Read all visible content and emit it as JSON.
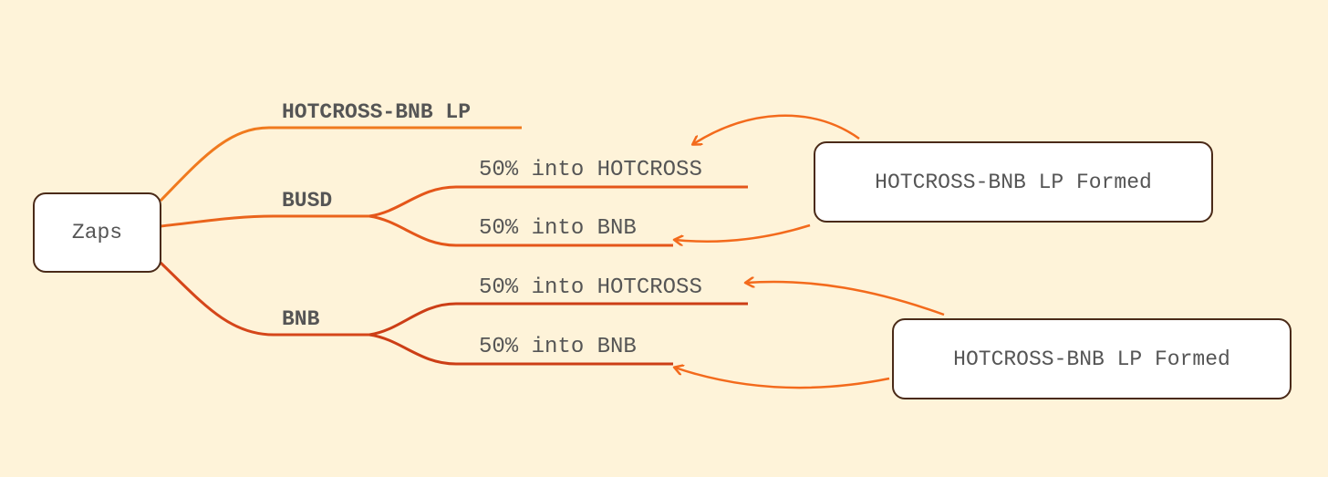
{
  "root": {
    "label": "Zaps"
  },
  "branches": {
    "lp": {
      "label": "HOTCROSS-BNB LP"
    },
    "busd": {
      "label": "BUSD",
      "leaves": [
        {
          "label": "50% into HOTCROSS"
        },
        {
          "label": "50% into BNB"
        }
      ]
    },
    "bnb": {
      "label": "BNB",
      "leaves": [
        {
          "label": "50% into HOTCROSS"
        },
        {
          "label": "50% into BNB"
        }
      ]
    }
  },
  "results": [
    {
      "label": "HOTCROSS-BNB LP Formed"
    },
    {
      "label": "HOTCROSS-BNB LP Formed"
    }
  ],
  "colors": {
    "background": "#fef3d9",
    "branch_orange": "#f07a1e",
    "branch_red": "#d5461a",
    "arrow": "#f36a1c",
    "node_border": "#4a2a18",
    "text": "#555555"
  }
}
